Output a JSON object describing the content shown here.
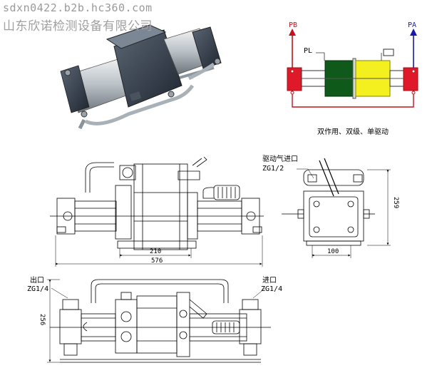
{
  "watermark": {
    "line1": "sdxn0422.b2b.hc360.com",
    "line2": "山东欣诺检测设备有限公司"
  },
  "schematic": {
    "pb_label": "PB",
    "pa_label": "PA",
    "pl_label": "PL",
    "caption": "双作用、双级、单驱动",
    "colors": {
      "red": "#e0192a",
      "green": "#0f5a1a",
      "yellow": "#f4ef1e",
      "outlet_line": "#c0141e",
      "inlet_line": "#1a1aa8"
    }
  },
  "front_view": {
    "dim_inner": "210",
    "dim_outer": "576"
  },
  "side_view": {
    "drive_air_label": "驱动气进口",
    "drive_air_thread": "ZG1/2",
    "dim_height": "259",
    "dim_width": "100"
  },
  "top_view": {
    "outlet_label": "出口",
    "outlet_thread": "ZG1/4",
    "inlet_label": "进口",
    "inlet_thread": "ZG1/4",
    "dim_height": "256"
  }
}
